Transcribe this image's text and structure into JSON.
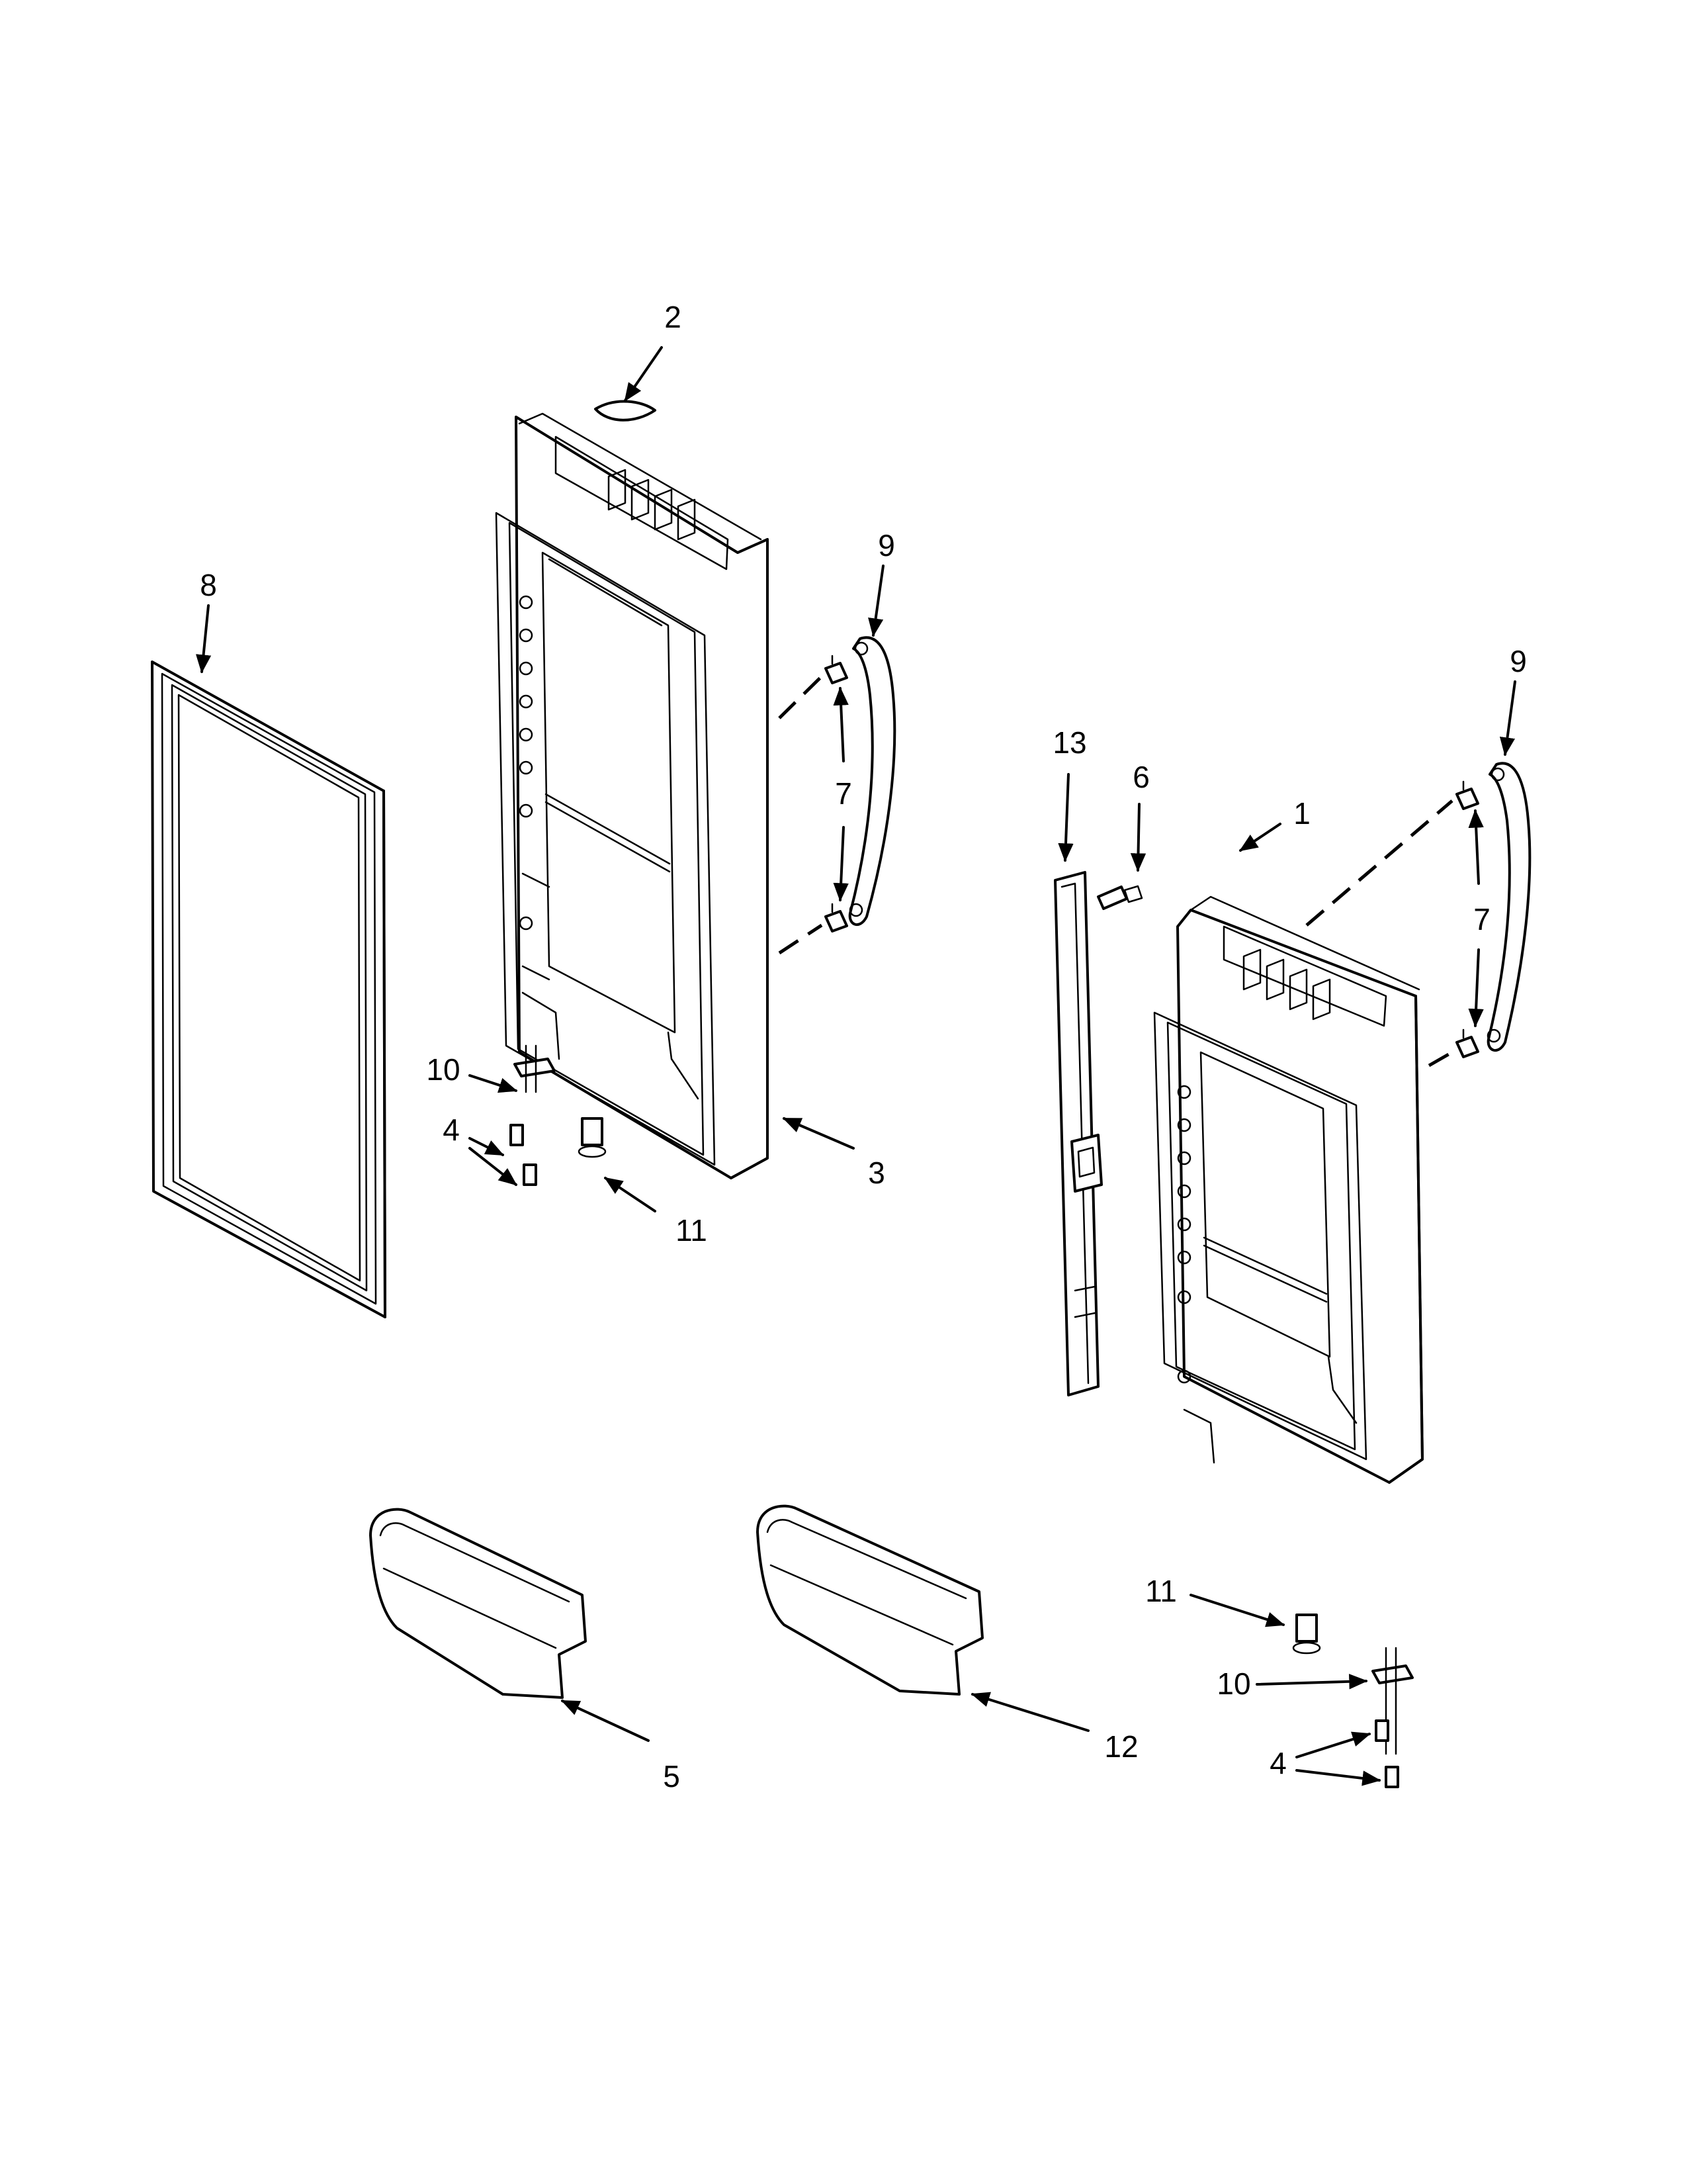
{
  "callouts": {
    "c1": "1",
    "c2": "2",
    "c3": "3",
    "c4a": "4",
    "c4b": "4",
    "c5": "5",
    "c6": "6",
    "c7a": "7",
    "c7b": "7",
    "c8": "8",
    "c9a": "9",
    "c9b": "9",
    "c10a": "10",
    "c10b": "10",
    "c11a": "11",
    "c11b": "11",
    "c12": "12",
    "c13": "13"
  }
}
